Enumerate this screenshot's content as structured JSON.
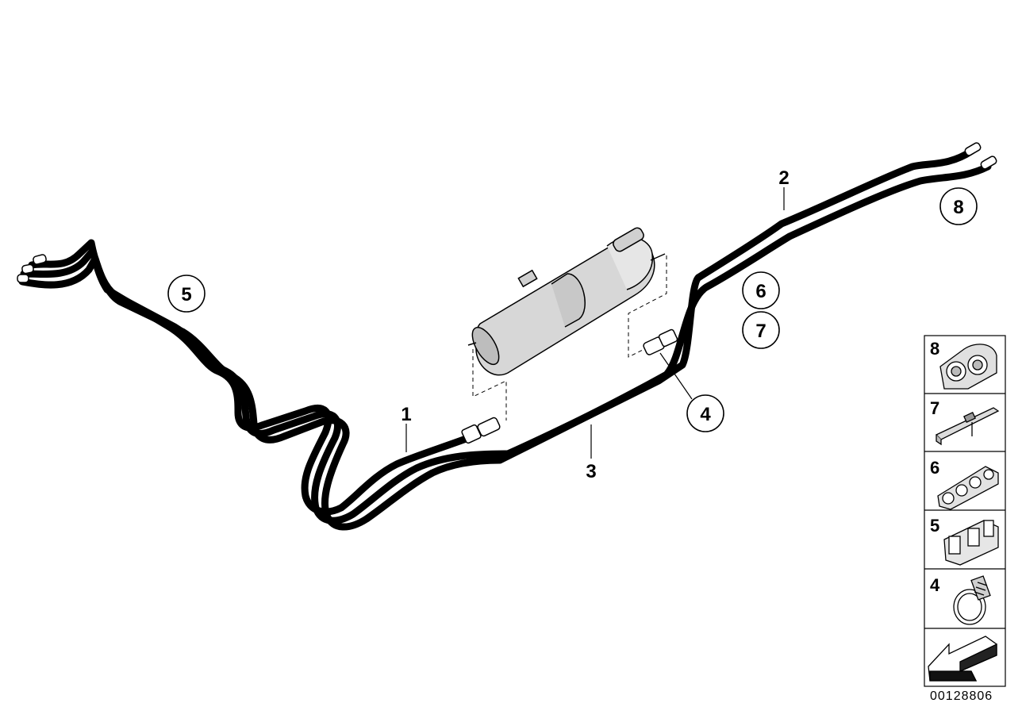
{
  "diagram_id": "00128806",
  "callouts": [
    {
      "id": "1",
      "text": "1"
    },
    {
      "id": "2",
      "text": "2"
    },
    {
      "id": "3",
      "text": "3"
    },
    {
      "id": "4",
      "text": "4"
    },
    {
      "id": "5",
      "text": "5"
    },
    {
      "id": "6",
      "text": "6"
    },
    {
      "id": "7",
      "text": "7"
    },
    {
      "id": "8",
      "text": "8"
    }
  ],
  "legend_panels": [
    {
      "number": "8",
      "icon": "double-pipe-clip-icon"
    },
    {
      "number": "7",
      "icon": "mounting-bracket-icon"
    },
    {
      "number": "6",
      "icon": "multi-pipe-holder-icon"
    },
    {
      "number": "5",
      "icon": "pipe-holder-icon"
    },
    {
      "number": "4",
      "icon": "hose-clamp-icon"
    },
    {
      "number": "",
      "icon": "arrow-left-icon"
    }
  ]
}
